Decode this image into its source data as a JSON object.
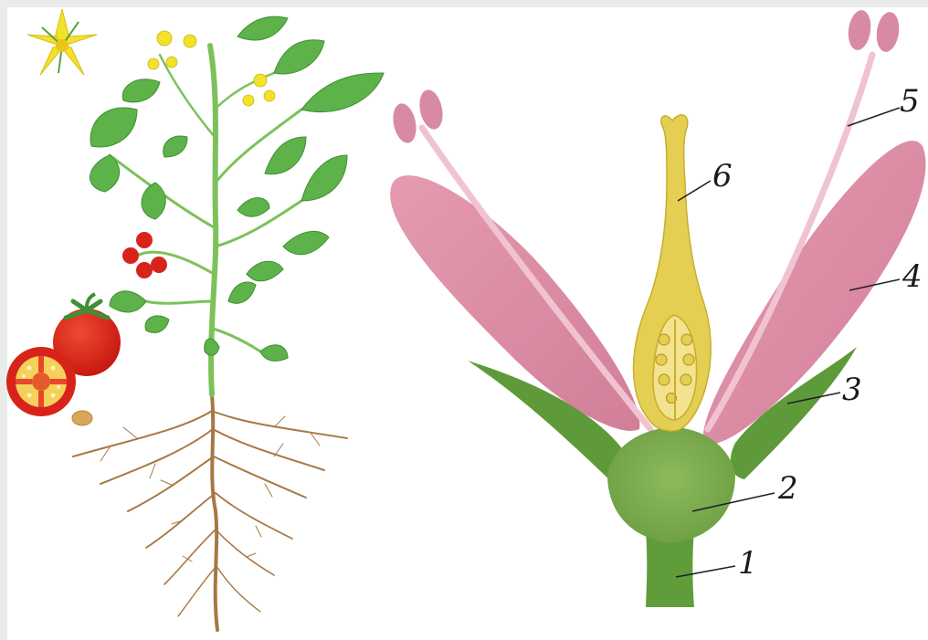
{
  "diagram": {
    "labels": [
      {
        "id": "1",
        "text": "1"
      },
      {
        "id": "2",
        "text": "2"
      },
      {
        "id": "3",
        "text": "3"
      },
      {
        "id": "4",
        "text": "4"
      },
      {
        "id": "5",
        "text": "5"
      },
      {
        "id": "6",
        "text": "6"
      }
    ]
  },
  "colors": {
    "background": "#ffffff",
    "frame": "#e9ece8",
    "petal": "#de8fa6",
    "sepal": "#5e9a3a",
    "receptacle": "#77a84a",
    "stem": "#5f9c3a",
    "pistil": "#e5cf52",
    "stamen": "#eeb7c8",
    "anther": "#d98aa3",
    "leaf": "#5db34a",
    "root": "#a77844",
    "tomato": "#d8231b",
    "flower_yellow": "#f3e12a"
  }
}
